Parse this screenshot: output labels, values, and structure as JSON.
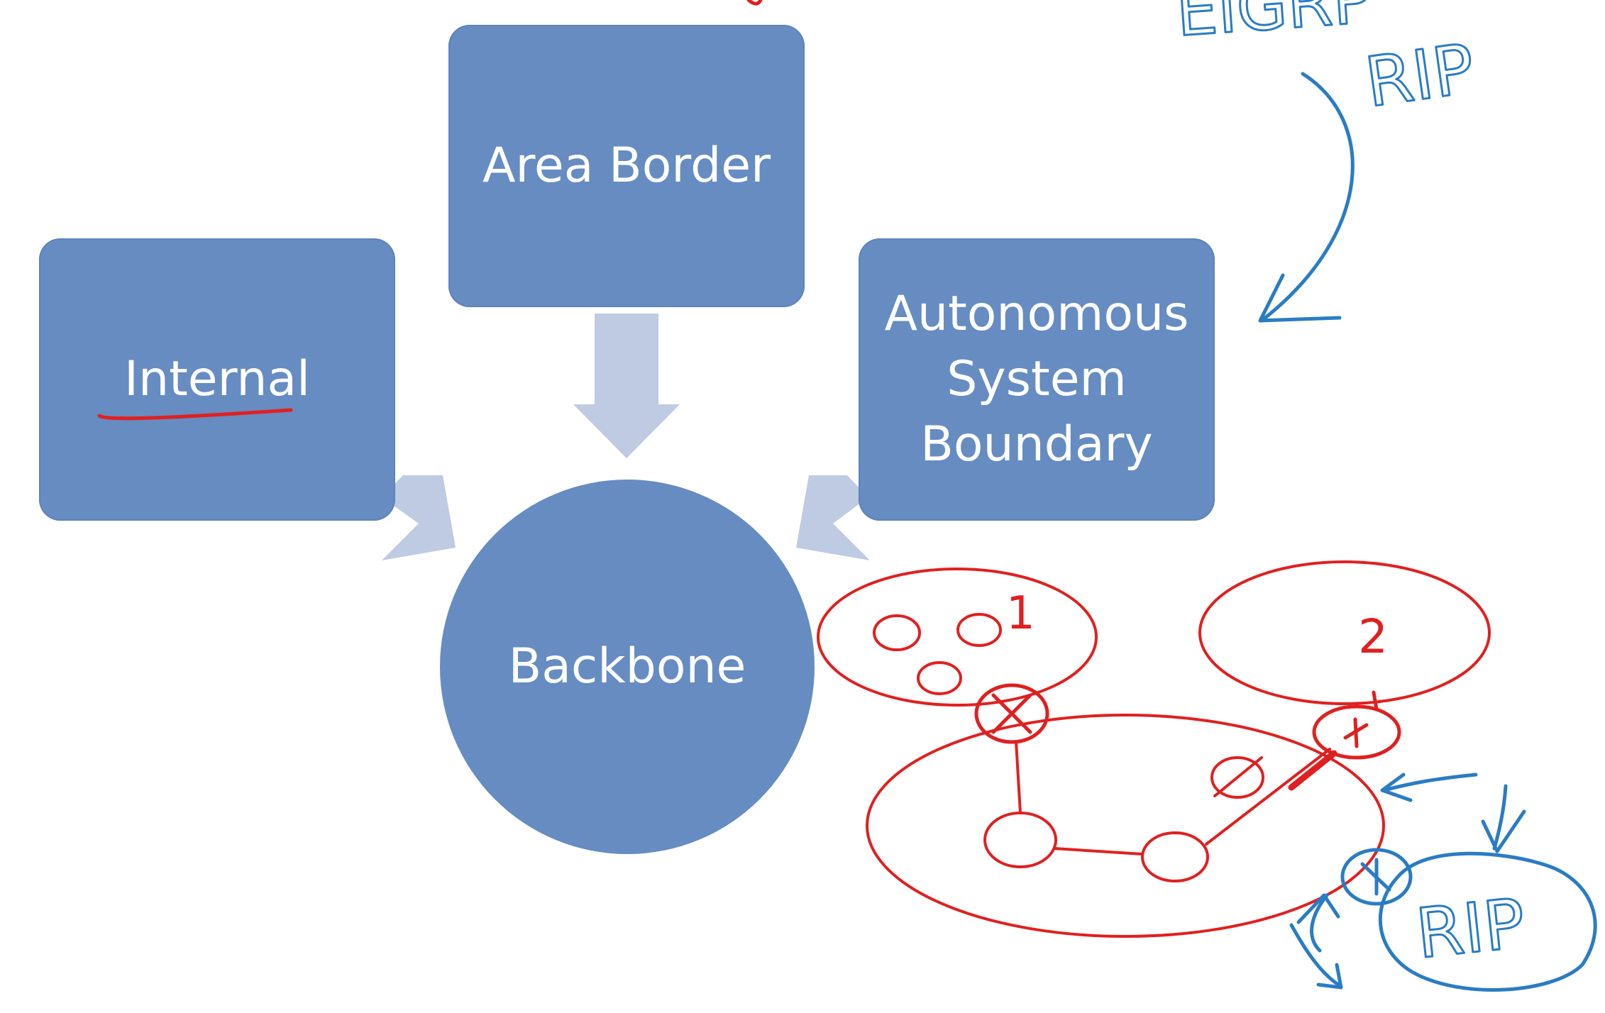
{
  "diagram": {
    "nodes": {
      "area_border": "Area Border",
      "internal": "Internal",
      "asbr": "Autonomous\nSystem\nBoundary",
      "backbone": "Backbone"
    },
    "colors": {
      "node_fill": "#668cc2",
      "arrow_fill": "#bfcbe2",
      "ink_red": "#e02020",
      "ink_blue": "#2a7cc4"
    }
  },
  "annotations": {
    "blue_top_1": "EIGRP",
    "blue_top_2": "RIP",
    "red_area_1": "1",
    "red_area_2": "2",
    "blue_rip_cloud": "RIP"
  }
}
